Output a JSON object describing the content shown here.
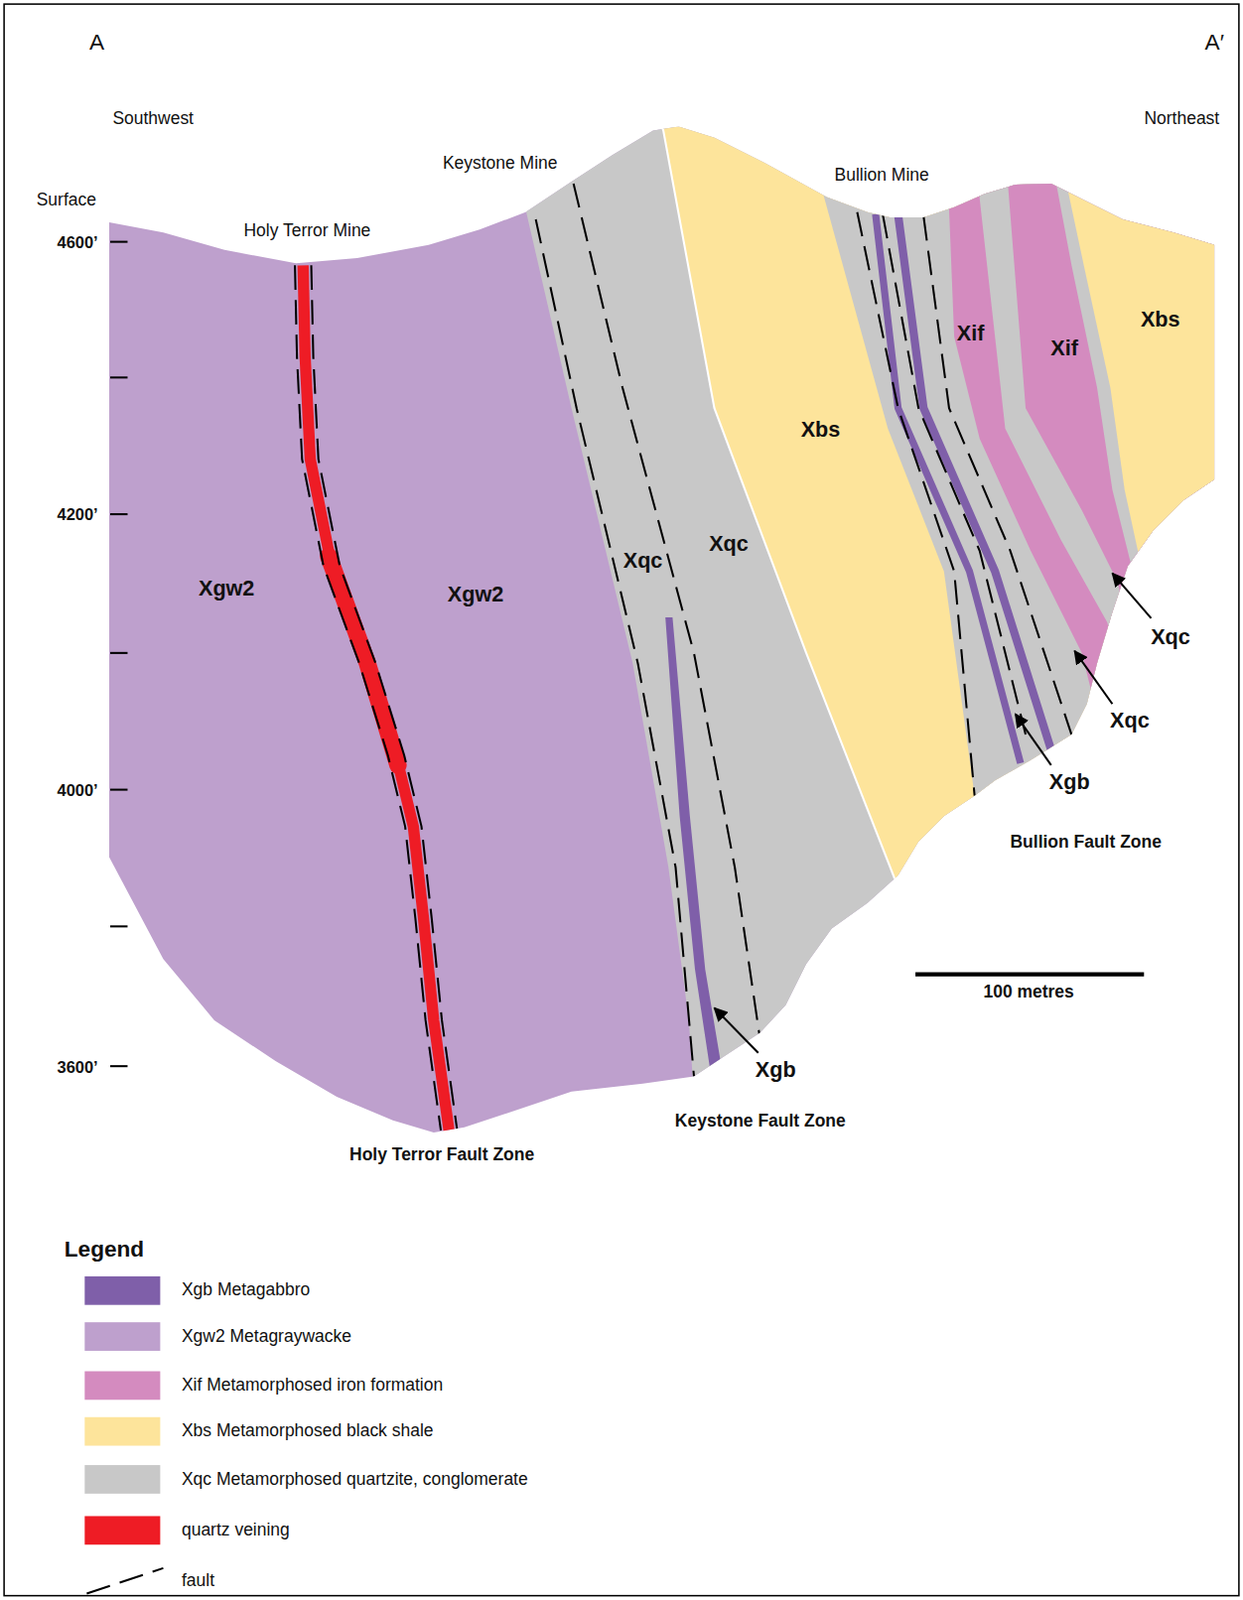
{
  "diagram": {
    "labels": [
      "A",
      "A′",
      "Southwest",
      "Northeast",
      "Surface",
      "4600’",
      "4200’",
      "4000’",
      "3600’",
      "Holy Terror Mine",
      "Keystone Mine",
      "Bullion Mine",
      "Xgw2",
      "Xgw2",
      "Xqc",
      "Xqc",
      "Xbs",
      "Xif",
      "Xif",
      "Xbs",
      "Xqc",
      "Xqc",
      "Xgb",
      "Xgb",
      "Bullion Fault Zone",
      "100 metres",
      "Holy Terror Fault Zone",
      "Keystone Fault Zone",
      "Legend"
    ],
    "legend": [
      {
        "text": "Xgb Metagabbro",
        "color": "#7f5fa9"
      },
      {
        "text": "Xgw2  Metagraywacke",
        "color": "#bea0cd"
      },
      {
        "text": "Xif Metamorphosed iron formation",
        "color": "#d48bbf"
      },
      {
        "text": "Xbs Metamorphosed black shale",
        "color": "#fde49b"
      },
      {
        "text": "Xqc Metamorphosed quartzite, conglomerate",
        "color": "#c8c8c8"
      },
      {
        "text": "quartz veining",
        "color": "#ee1c25"
      },
      {
        "text": "fault"
      }
    ]
  }
}
